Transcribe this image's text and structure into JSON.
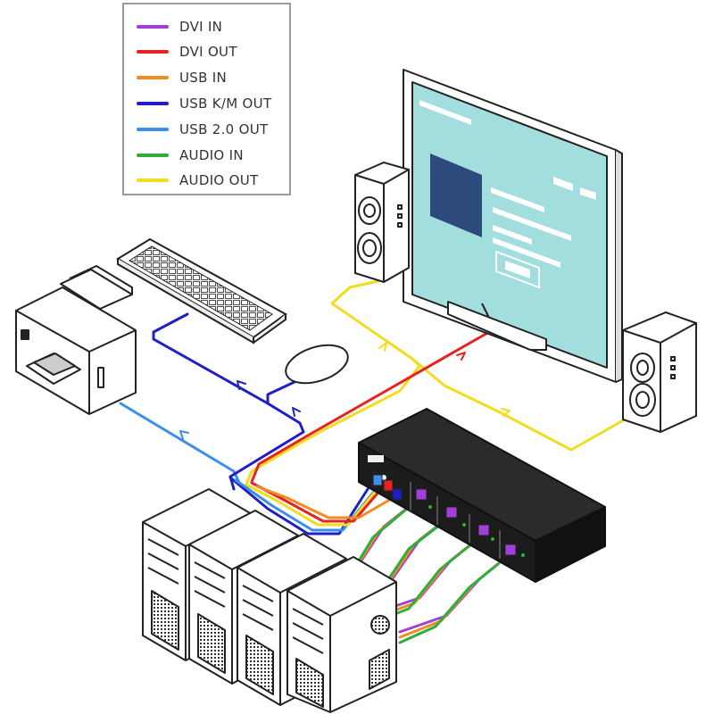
{
  "legend": {
    "items": [
      {
        "label": "DVI IN",
        "color": "#a23fd8"
      },
      {
        "label": "DVI OUT",
        "color": "#e8231f"
      },
      {
        "label": "USB IN",
        "color": "#f28a1e"
      },
      {
        "label": "USB K/M OUT",
        "color": "#1f1fc8"
      },
      {
        "label": "USB 2.0 OUT",
        "color": "#3a8fe8"
      },
      {
        "label": "AUDIO IN",
        "color": "#2fae3a"
      },
      {
        "label": "AUDIO OUT",
        "color": "#f2dc1e"
      }
    ]
  },
  "devices": {
    "monitor": "monitor-icon",
    "speaker_left": "speaker-icon",
    "speaker_right": "speaker-icon",
    "keyboard": "keyboard-icon",
    "mouse": "mouse-icon",
    "printer": "printer-icon",
    "kvm_switch": "kvm-switch-icon",
    "computers": [
      "computer-tower-icon",
      "computer-tower-icon",
      "computer-tower-icon",
      "computer-tower-icon"
    ]
  },
  "colors": {
    "outline": "#222222",
    "screen": "#a3dede",
    "screen_panel": "#2c4a7c",
    "switch_body": "#1c1c1c"
  }
}
